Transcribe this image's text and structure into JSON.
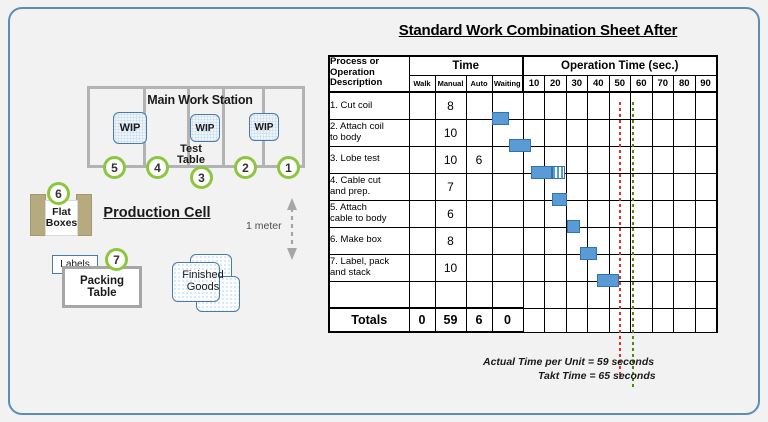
{
  "sheet": {
    "title": "Standard Work Combination Sheet After",
    "headers": {
      "description": "Process or\nOperation\nDescription",
      "description_l1": "Process or",
      "description_l2": "Operation",
      "description_l3": "Description",
      "time_group": "Time",
      "operation_time_group": "Operation Time (sec.)",
      "walk": "Walk",
      "manual": "Manual",
      "auto": "Auto",
      "waiting": "Waiting"
    },
    "ticks": [
      "10",
      "20",
      "30",
      "40",
      "50",
      "60",
      "70",
      "80",
      "90"
    ],
    "rows": [
      {
        "desc_l1": "1. Cut coil",
        "desc_l2": "",
        "walk": "",
        "manual": "8",
        "auto": "",
        "waiting": ""
      },
      {
        "desc_l1": "2. Attach coil",
        "desc_l2": "to body",
        "walk": "",
        "manual": "10",
        "auto": "",
        "waiting": ""
      },
      {
        "desc_l1": "3. Lobe test",
        "desc_l2": "",
        "walk": "",
        "manual": "10",
        "auto": "6",
        "waiting": ""
      },
      {
        "desc_l1": "4. Cable cut",
        "desc_l2": "and prep.",
        "walk": "",
        "manual": "7",
        "auto": "",
        "waiting": ""
      },
      {
        "desc_l1": "5. Attach",
        "desc_l2": "cable to body",
        "walk": "",
        "manual": "6",
        "auto": "",
        "waiting": ""
      },
      {
        "desc_l1": "6. Make box",
        "desc_l2": "",
        "walk": "",
        "manual": "8",
        "auto": "",
        "waiting": ""
      },
      {
        "desc_l1": "7. Label, pack",
        "desc_l2": "and stack",
        "walk": "",
        "manual": "10",
        "auto": "",
        "waiting": ""
      },
      {
        "desc_l1": "",
        "desc_l2": "",
        "walk": "",
        "manual": "",
        "auto": "",
        "waiting": ""
      }
    ],
    "totals": {
      "label": "Totals",
      "walk": "0",
      "manual": "59",
      "auto": "6",
      "waiting": "0"
    },
    "notes": {
      "actual": "Actual Time per Unit = 59 seconds",
      "takt": "Takt Time = 65 seconds"
    },
    "markers": {
      "actual_time_seconds": 59,
      "takt_time_seconds": 65,
      "actual_color": "#e03131",
      "takt_color": "#4f8a10"
    }
  },
  "chart_data": {
    "type": "bar",
    "title": "Standard Work Combination Sheet After",
    "xlabel": "Operation Time (sec.)",
    "ylabel": "Process or Operation Description",
    "xlim": [
      0,
      90
    ],
    "xticks": [
      10,
      20,
      30,
      40,
      50,
      60,
      70,
      80,
      90
    ],
    "grid": true,
    "legend": "none",
    "categories": [
      "1. Cut coil",
      "2. Attach coil to body",
      "3. Lobe test",
      "4. Cable cut and prep.",
      "5. Attach cable to body",
      "6. Make box",
      "7. Label, pack and stack"
    ],
    "series": [
      {
        "name": "Walk",
        "values": [
          0,
          0,
          0,
          0,
          0,
          0,
          0
        ]
      },
      {
        "name": "Manual",
        "values": [
          8,
          10,
          10,
          7,
          6,
          8,
          10
        ]
      },
      {
        "name": "Auto",
        "values": [
          0,
          0,
          6,
          0,
          0,
          0,
          0
        ]
      },
      {
        "name": "Waiting",
        "values": [
          0,
          0,
          0,
          0,
          0,
          0,
          0
        ]
      }
    ],
    "bars": [
      {
        "row": 1,
        "start": 0,
        "manual": 8,
        "auto": 0
      },
      {
        "row": 2,
        "start": 8,
        "manual": 10,
        "auto": 0
      },
      {
        "row": 3,
        "start": 18,
        "manual": 10,
        "auto": 6
      },
      {
        "row": 4,
        "start": 28,
        "manual": 7,
        "auto": 0
      },
      {
        "row": 5,
        "start": 35,
        "manual": 6,
        "auto": 0
      },
      {
        "row": 6,
        "start": 41,
        "manual": 8,
        "auto": 0
      },
      {
        "row": 7,
        "start": 49,
        "manual": 10,
        "auto": 0
      }
    ],
    "annotations": [
      {
        "label": "Actual Time per Unit = 59 seconds",
        "x": 59,
        "color": "#e03131"
      },
      {
        "label": "Takt Time = 65 seconds",
        "x": 65,
        "color": "#4f8a10"
      }
    ],
    "totals": {
      "Walk": 0,
      "Manual": 59,
      "Auto": 6,
      "Waiting": 0
    }
  },
  "diagram": {
    "title": "Production Cell",
    "work_station_title": "Main Work Station",
    "wip_label": "WIP",
    "test_table_l1": "Test",
    "test_table_l2": "Table",
    "flat_boxes_l1": "Flat",
    "flat_boxes_l2": "Boxes",
    "labels_box": "Labels",
    "packing_table_l1": "Packing",
    "packing_table_l2": "Table",
    "finished_goods_l1": "Finished",
    "finished_goods_l2": "Goods",
    "meter_label": "1 meter",
    "steps": [
      "1",
      "2",
      "3",
      "4",
      "5",
      "6",
      "7"
    ],
    "accent_green": "#8cc63e",
    "accent_blue": "#4a7ba6",
    "box_tan": "#b5ab7e"
  }
}
